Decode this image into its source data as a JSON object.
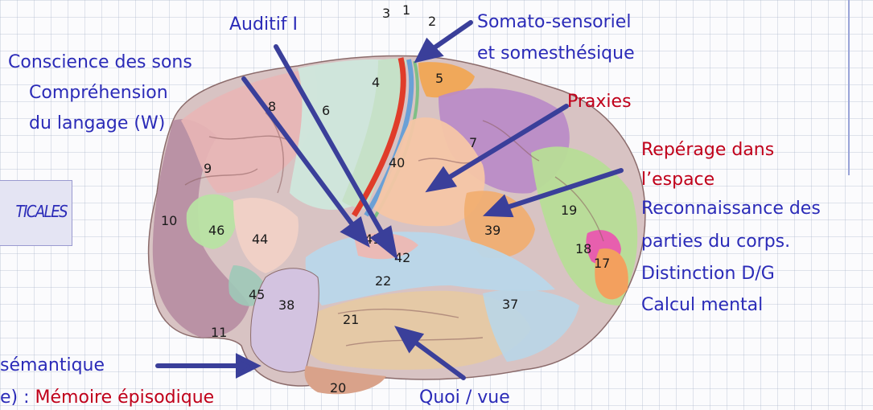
{
  "labels": {
    "auditif": "Auditif I",
    "somato_1": "Somato-sensoriel",
    "somato_2": "et somesthésique",
    "conscience_1": "Conscience des sons",
    "conscience_2": "Compréhension",
    "conscience_3": "du langage (W)",
    "praxies": "Praxies",
    "reperage_1": "Repérage dans",
    "reperage_2": "l’espace",
    "reconnaissance_1": "Reconnaissance des",
    "reconnaissance_2": "parties du corps.",
    "distinction": "Distinction D/G",
    "calcul": "Calcul mental",
    "corticales": "TICALES",
    "semantique": "sémantique",
    "memoire_prefix": "e) : ",
    "memoire_episodique": "Mémoire épisodique",
    "quoi_vue": "Quoi / vue"
  },
  "areas": [
    "1",
    "2",
    "3",
    "4",
    "5",
    "6",
    "7",
    "8",
    "9",
    "10",
    "11",
    "17",
    "18",
    "19",
    "20",
    "21",
    "22",
    "37",
    "38",
    "39",
    "40",
    "41",
    "42",
    "44",
    "45",
    "46"
  ],
  "colors": {
    "label_blue": "#2b2bb8",
    "label_red": "#c0001a",
    "arrow": "#3a3f9a"
  }
}
